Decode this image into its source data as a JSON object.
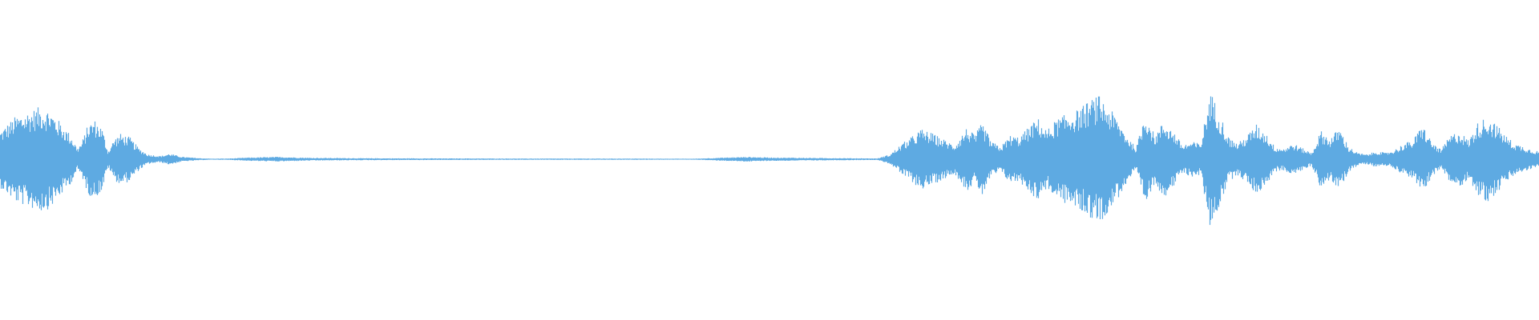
{
  "waveform": {
    "color": "#5eaae2",
    "background": "#ffffff",
    "envelope": [
      [
        0.0,
        0.36
      ],
      [
        0.01,
        0.54
      ],
      [
        0.018,
        0.6
      ],
      [
        0.026,
        0.66
      ],
      [
        0.032,
        0.62
      ],
      [
        0.04,
        0.44
      ],
      [
        0.046,
        0.3
      ],
      [
        0.05,
        0.14
      ],
      [
        0.053,
        0.22
      ],
      [
        0.057,
        0.44
      ],
      [
        0.061,
        0.5
      ],
      [
        0.066,
        0.4
      ],
      [
        0.07,
        0.1
      ],
      [
        0.074,
        0.26
      ],
      [
        0.078,
        0.32
      ],
      [
        0.084,
        0.28
      ],
      [
        0.09,
        0.14
      ],
      [
        0.096,
        0.06
      ],
      [
        0.104,
        0.04
      ],
      [
        0.11,
        0.07
      ],
      [
        0.118,
        0.03
      ],
      [
        0.13,
        0.012
      ],
      [
        0.138,
        0.006
      ],
      [
        0.15,
        0.01
      ],
      [
        0.16,
        0.02
      ],
      [
        0.18,
        0.03
      ],
      [
        0.2,
        0.018
      ],
      [
        0.24,
        0.012
      ],
      [
        0.3,
        0.01
      ],
      [
        0.35,
        0.008
      ],
      [
        0.4,
        0.008
      ],
      [
        0.45,
        0.006
      ],
      [
        0.47,
        0.02
      ],
      [
        0.485,
        0.03
      ],
      [
        0.5,
        0.022
      ],
      [
        0.53,
        0.016
      ],
      [
        0.555,
        0.012
      ],
      [
        0.57,
        0.01
      ],
      [
        0.578,
        0.06
      ],
      [
        0.586,
        0.2
      ],
      [
        0.592,
        0.28
      ],
      [
        0.598,
        0.38
      ],
      [
        0.604,
        0.34
      ],
      [
        0.612,
        0.26
      ],
      [
        0.62,
        0.18
      ],
      [
        0.628,
        0.4
      ],
      [
        0.633,
        0.3
      ],
      [
        0.638,
        0.46
      ],
      [
        0.644,
        0.22
      ],
      [
        0.65,
        0.16
      ],
      [
        0.656,
        0.3
      ],
      [
        0.662,
        0.28
      ],
      [
        0.668,
        0.4
      ],
      [
        0.674,
        0.52
      ],
      [
        0.68,
        0.36
      ],
      [
        0.686,
        0.5
      ],
      [
        0.692,
        0.56
      ],
      [
        0.7,
        0.62
      ],
      [
        0.708,
        0.74
      ],
      [
        0.714,
        0.8
      ],
      [
        0.72,
        0.66
      ],
      [
        0.726,
        0.5
      ],
      [
        0.732,
        0.3
      ],
      [
        0.738,
        0.14
      ],
      [
        0.744,
        0.6
      ],
      [
        0.75,
        0.3
      ],
      [
        0.756,
        0.48
      ],
      [
        0.762,
        0.36
      ],
      [
        0.768,
        0.18
      ],
      [
        0.774,
        0.22
      ],
      [
        0.78,
        0.2
      ],
      [
        0.786,
        0.86
      ],
      [
        0.792,
        0.6
      ],
      [
        0.798,
        0.28
      ],
      [
        0.804,
        0.2
      ],
      [
        0.81,
        0.3
      ],
      [
        0.816,
        0.44
      ],
      [
        0.822,
        0.34
      ],
      [
        0.828,
        0.16
      ],
      [
        0.834,
        0.14
      ],
      [
        0.84,
        0.2
      ],
      [
        0.846,
        0.14
      ],
      [
        0.852,
        0.08
      ],
      [
        0.858,
        0.36
      ],
      [
        0.864,
        0.26
      ],
      [
        0.87,
        0.4
      ],
      [
        0.876,
        0.16
      ],
      [
        0.882,
        0.08
      ],
      [
        0.888,
        0.06
      ],
      [
        0.894,
        0.1
      ],
      [
        0.9,
        0.08
      ],
      [
        0.906,
        0.12
      ],
      [
        0.912,
        0.2
      ],
      [
        0.918,
        0.24
      ],
      [
        0.924,
        0.44
      ],
      [
        0.93,
        0.22
      ],
      [
        0.936,
        0.12
      ],
      [
        0.942,
        0.3
      ],
      [
        0.948,
        0.36
      ],
      [
        0.954,
        0.24
      ],
      [
        0.96,
        0.46
      ],
      [
        0.966,
        0.54
      ],
      [
        0.972,
        0.44
      ],
      [
        0.978,
        0.3
      ],
      [
        0.984,
        0.2
      ],
      [
        0.99,
        0.16
      ],
      [
        0.995,
        0.12
      ],
      [
        1.0,
        0.1
      ]
    ]
  }
}
